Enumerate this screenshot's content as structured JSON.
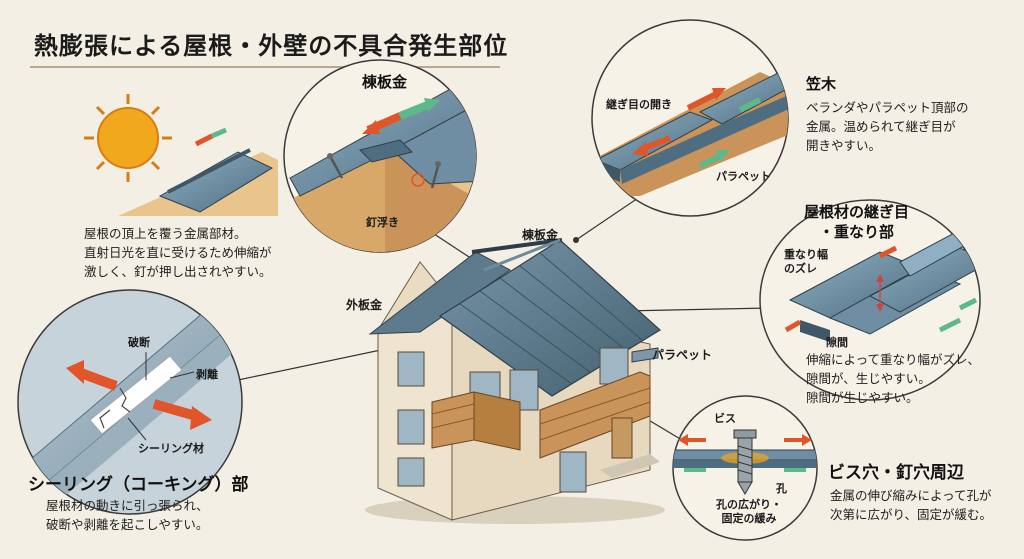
{
  "title": "熱膨張による屋根・外壁の不具合発生部位",
  "house_labels": {
    "ridge": "棟板金",
    "siding": "外板金",
    "parapet": "パラペット"
  },
  "ridge_panel": {
    "heading": "棟板金",
    "callout_nail": "釘浮き",
    "desc_lines": [
      "屋根の頂上を覆う金属部材。",
      "直射日光を直に受けるため伸縮が",
      "激しく、釘が押し出されやすい。"
    ]
  },
  "kasagi_panel": {
    "heading": "笠木",
    "callout_gap": "継ぎ目の開き",
    "callout_parapet": "パラペット",
    "desc_lines": [
      "ベランダやパラペット頂部の",
      "金属。温められて継ぎ目が",
      "開きやすい。"
    ]
  },
  "joint_panel": {
    "heading_lines": [
      "屋根材の継ぎ目",
      "・重なり部"
    ],
    "callout_shift": [
      "重なり幅",
      "のズレ"
    ],
    "callout_gap": "隙間",
    "desc_lines": [
      "伸縮によって重なり幅がズレ、",
      "隙間が、生じやすい。",
      "隙間が生じやすい。"
    ]
  },
  "screw_panel": {
    "heading": "ビス穴・釘穴周辺",
    "callout_screw": "ビス",
    "callout_hole": "孔",
    "callout_loosen": [
      "孔の広がり・",
      "固定の緩み"
    ],
    "desc_lines": [
      "金属の伸び縮みによって孔が",
      "次第に広がり、固定が緩む。"
    ]
  },
  "sealing_panel": {
    "heading": "シーリング（コーキング）部",
    "callout_break": "破断",
    "callout_peel": "剥離",
    "callout_seal": "シーリング材",
    "desc_lines": [
      "屋根材の動きに引っ張られ、",
      "破断や剥離を起こしやすい。"
    ]
  },
  "colors": {
    "background": "#f4efe4",
    "metal": "#6f8ea3",
    "metal_dark": "#3f5868",
    "wood": "#c9935a",
    "wall": "#efe4cf",
    "hot_arrow": "#e0552a",
    "cool_arrow": "#5db88a",
    "sun": "#f2a81d"
  }
}
